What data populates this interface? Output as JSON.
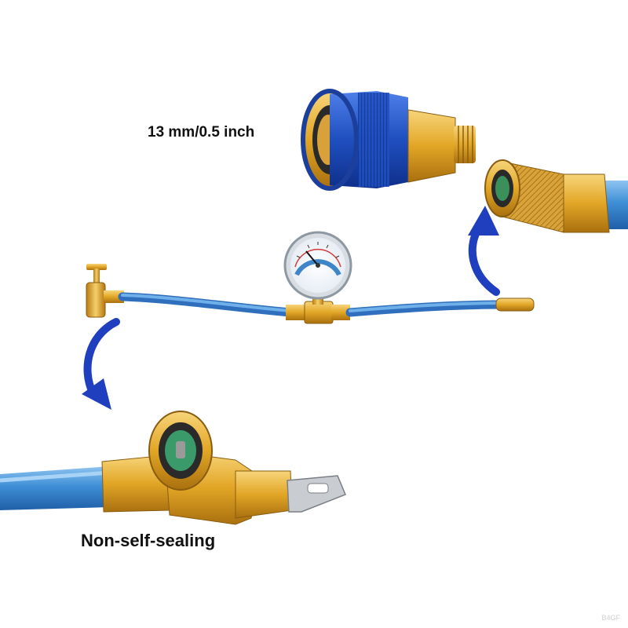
{
  "labels": {
    "fitting_size": "13 mm/0.5 inch",
    "valve_type": "Non-self-sealing"
  },
  "watermark": "B4GF",
  "colors": {
    "hose": "#3f8fd6",
    "brass": "#e2a626",
    "coupler_blue": "#1f4fbf",
    "arrow": "#1f3fbf"
  }
}
